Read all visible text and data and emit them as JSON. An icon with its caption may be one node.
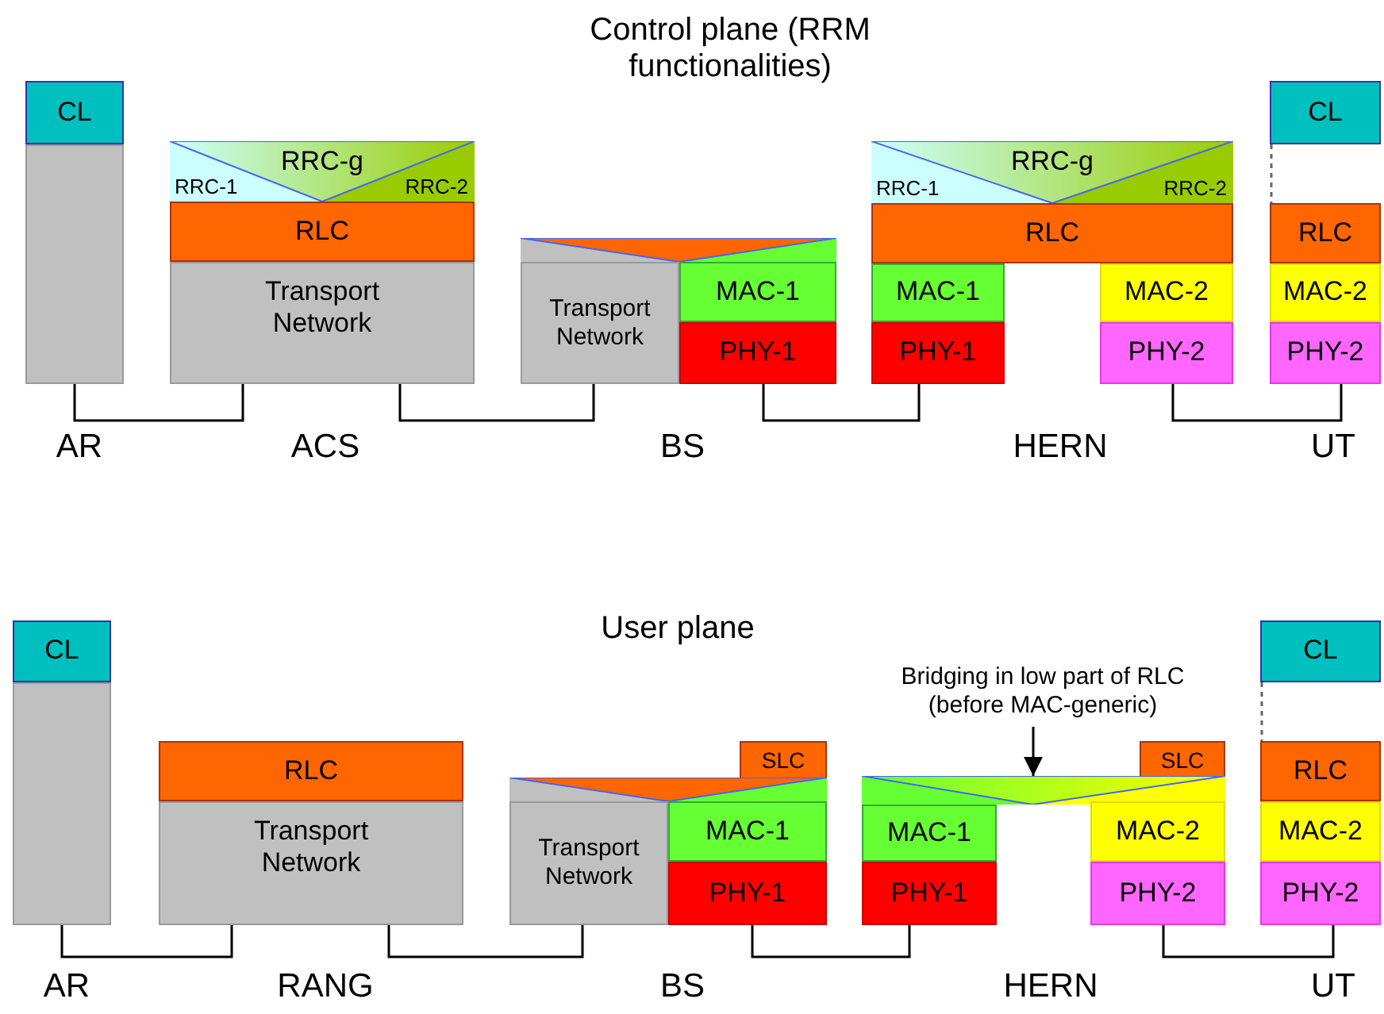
{
  "diagram": {
    "nodes": [
      {
        "text": [
          "CL"
        ]
      },
      {
        "text": [],
        "shape": "box"
      },
      {
        "text": [
          "RRC-g",
          "RRC-1",
          "RRC-2"
        ]
      },
      {
        "text": [
          "RLC"
        ]
      },
      {
        "text": [
          "Transport Network"
        ]
      },
      {
        "text": [],
        "shape": "bar"
      },
      {
        "text": [
          "Transport Network"
        ]
      },
      {
        "text": [
          "MAC-1"
        ]
      },
      {
        "text": [
          "PHY-1"
        ]
      },
      {
        "text": [
          "RRC-g",
          "RRC-1",
          "RRC-2"
        ]
      },
      {
        "text": [
          "RLC"
        ]
      },
      {
        "text": [
          "MAC-1"
        ]
      },
      {
        "text": [
          "PHY-1"
        ]
      },
      {
        "text": [
          "MAC-2"
        ]
      },
      {
        "text": [
          "PHY-2"
        ]
      },
      {
        "text": [
          "CL"
        ]
      },
      {
        "text": [
          "RLC"
        ]
      },
      {
        "text": [
          "MAC-2"
        ]
      },
      {
        "text": [
          "PHY-2"
        ]
      },
      {
        "text": [
          "CL"
        ]
      },
      {
        "text": [],
        "shape": "box"
      },
      {
        "text": [
          "RLC"
        ]
      },
      {
        "text": [
          "Transport Network"
        ]
      },
      {
        "text": [
          "SLC"
        ]
      },
      {
        "text": [],
        "shape": "bar"
      },
      {
        "text": [
          "Transport Network"
        ]
      },
      {
        "text": [
          "MAC-1"
        ]
      },
      {
        "text": [
          "PHY-1"
        ]
      },
      {
        "text": [
          "Bridging in low part of RLC (before MAC-generic)"
        ]
      },
      {
        "text": [
          "SLC"
        ]
      },
      {
        "text": [],
        "shape": "bar"
      },
      {
        "text": [
          "MAC-1"
        ]
      },
      {
        "text": [
          "PHY-1"
        ]
      },
      {
        "text": [
          "MAC-2"
        ]
      },
      {
        "text": [
          "PHY-2"
        ]
      },
      {
        "text": [
          "CL"
        ]
      },
      {
        "text": [
          "RLC"
        ]
      },
      {
        "text": [
          "MAC-2"
        ]
      },
      {
        "text": [
          "PHY-2"
        ]
      }
    ],
    "edges": [
      {
        "from": 1,
        "to": 4,
        "arrow": "none"
      },
      {
        "from": 4,
        "to": 6,
        "arrow": "none"
      },
      {
        "from": 8,
        "to": 12,
        "arrow": "none"
      },
      {
        "from": 14,
        "to": 18,
        "arrow": "none"
      },
      {
        "from": 15,
        "to": 16,
        "arrow": "none",
        "style": "dashed",
        "color": "#666666"
      },
      {
        "from": 20,
        "to": 22,
        "arrow": "none"
      },
      {
        "from": 22,
        "to": 25,
        "arrow": "none"
      },
      {
        "from": 27,
        "to": 32,
        "arrow": "none"
      },
      {
        "from": 34,
        "to": 38,
        "arrow": "none"
      },
      {
        "from": 35,
        "to": 36,
        "arrow": "none",
        "style": "dashed",
        "color": "#666666"
      },
      {
        "from": 28,
        "to": 30,
        "arrow": "to"
      }
    ],
    "labels": [
      "Control plane (RRM functionalities)",
      "AR",
      "ACS",
      "BS",
      "HERN",
      "UT",
      "User plane",
      "AR",
      "RANG",
      "BS",
      "HERN",
      "UT"
    ]
  }
}
